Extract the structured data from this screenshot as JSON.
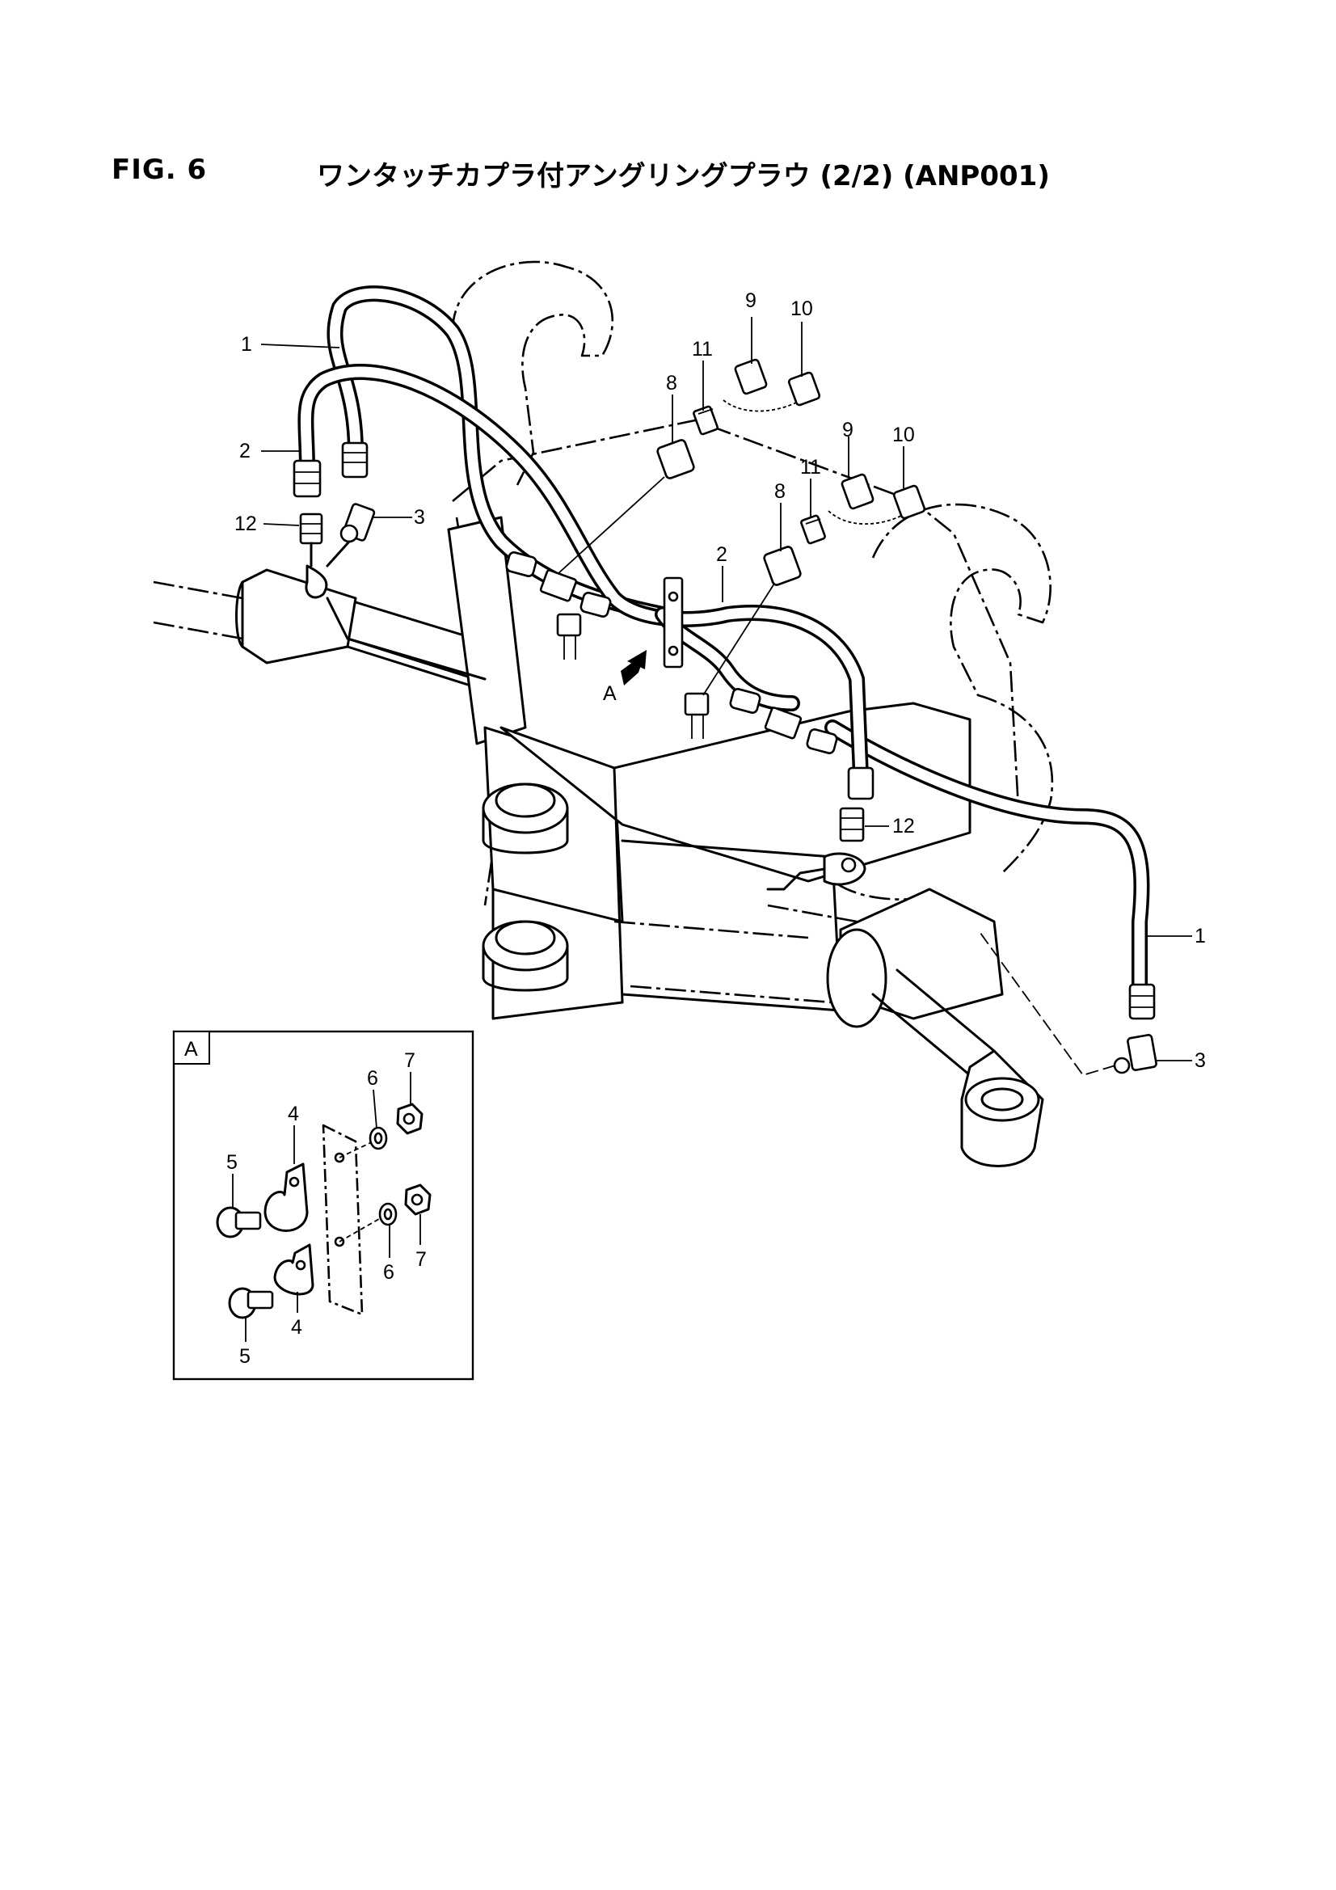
{
  "header": {
    "figure_label": "FIG. 6",
    "title": "ワンタッチカプラ付アングリングプラウ (2/2) (ANP001)"
  },
  "callouts": {
    "c1_top": "1",
    "c2_top": "2",
    "c12_left": "12",
    "c3_left": "3",
    "c9_a": "9",
    "c10_a": "10",
    "c11_a": "11",
    "c8_a": "8",
    "c9_b": "9",
    "c10_b": "10",
    "c11_b": "11",
    "c8_b": "8",
    "c2_mid": "2",
    "view_a_arrow": "A",
    "c12_right": "12",
    "c1_right": "1",
    "c3_right": "3"
  },
  "detail_view": {
    "label": "A",
    "c4_top": "4",
    "c4_bottom": "4",
    "c5_top": "5",
    "c5_bottom": "5",
    "c6_top": "6",
    "c6_bottom": "6",
    "c7_top": "7",
    "c7_bottom": "7"
  }
}
